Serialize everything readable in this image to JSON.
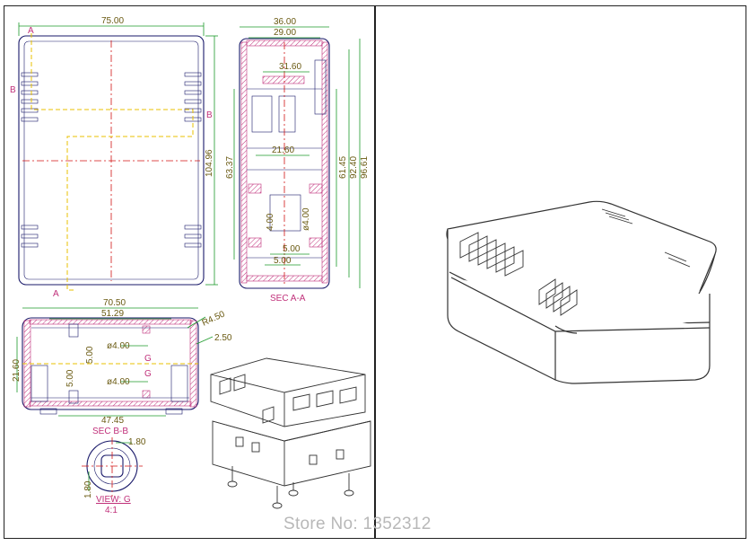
{
  "top_view": {
    "width_label": "75.00",
    "height_label": "104.96",
    "section_a_top": "A",
    "section_a_bottom": "A",
    "section_b_left": "B",
    "section_b_right": "B"
  },
  "section_aa": {
    "dims_top": [
      "36.00",
      "29.00",
      "31.60"
    ],
    "inner_dims": [
      "21.60",
      "4.00",
      "5.00",
      "5.00"
    ],
    "hole_label": "ø4.00",
    "left_dim": "63.37",
    "right_dims": [
      "61.45",
      "92.40",
      "96.61"
    ],
    "caption": "SEC A-A"
  },
  "section_bb": {
    "dims_top": [
      "70.50",
      "51.29"
    ],
    "radius": "R4.50",
    "wall": "2.50",
    "height": "21.60",
    "inner_heights": [
      "5.00",
      "5.00"
    ],
    "holes": [
      "ø4.00",
      "ø4.00"
    ],
    "markers": [
      "G",
      "G"
    ],
    "bottom_width": "47.45",
    "caption": "SEC B-B"
  },
  "detail_g": {
    "dim_h": "1.80",
    "dim_v": "1.80",
    "caption": "VIEW: G",
    "scale": "4:1"
  },
  "watermark": "Store No: 1352312",
  "colors": {
    "outline": "#1a1a6a",
    "dimension": "#1c9a2a",
    "dim_text": "#6a5a12",
    "center": "#d21414",
    "section": "#e8c000",
    "hatch": "#c0307a"
  }
}
